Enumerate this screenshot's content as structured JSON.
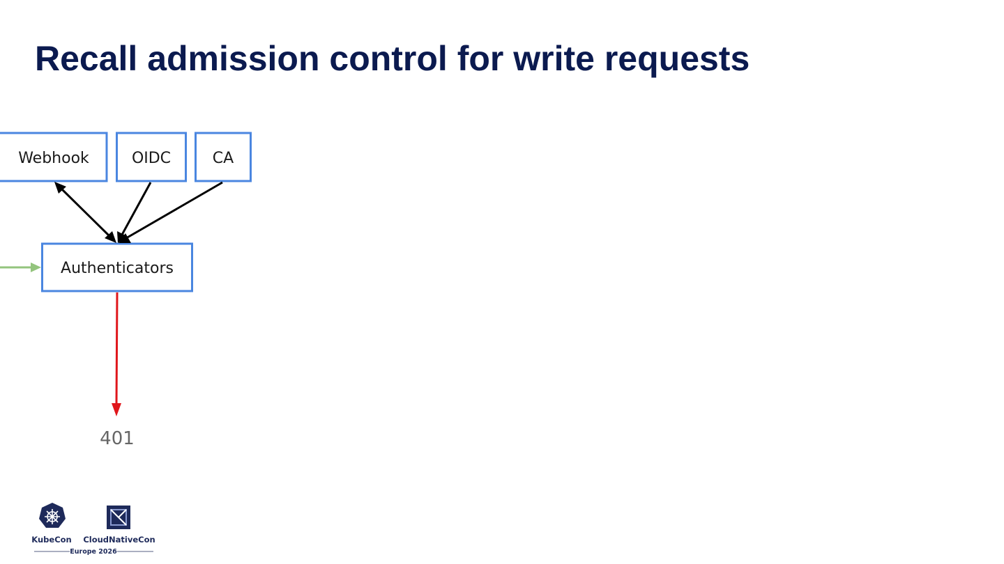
{
  "slide": {
    "title": "Recall admission control for write requests"
  },
  "diagram": {
    "auth_sources": [
      "Webhook",
      "OIDC",
      "CA"
    ],
    "authenticators": "Authenticators",
    "reject_status": "401"
  },
  "footer": {
    "kubecon_label": "KubeCon",
    "cloudnativecon_label": "CloudNativeCon",
    "event_label": "Europe 2026"
  },
  "colors": {
    "title": "#0b1a4f",
    "box_border": "#4a86e0",
    "arrow": "#000000",
    "request_arrow": "#93c47d",
    "reject_arrow": "#e0161b",
    "logo": "#1e2a5a"
  }
}
